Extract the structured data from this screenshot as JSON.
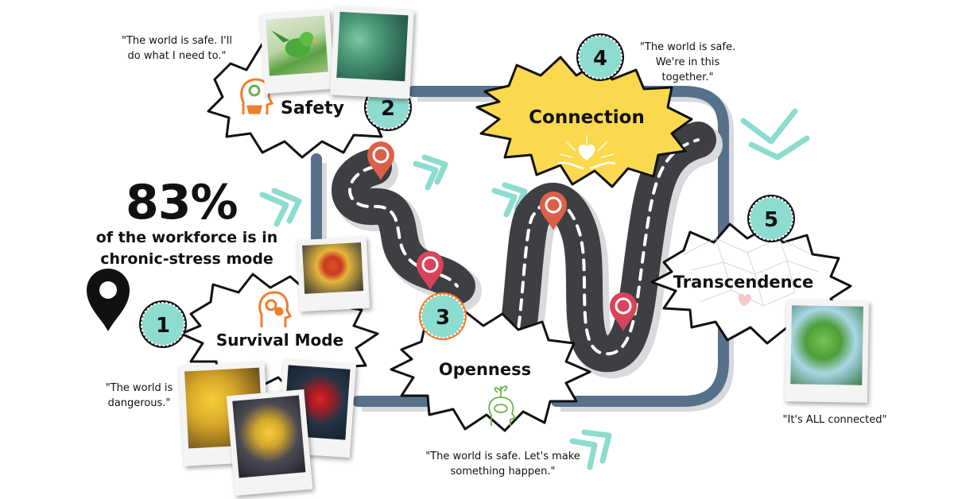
{
  "stat": {
    "value": "83%",
    "line1": "of the workforce is in",
    "line2": "chronic-stress mode"
  },
  "stages": [
    {
      "number": "1",
      "label": "Survival Mode",
      "icon": "head-with-gears-icon",
      "quote": [
        "\"The world is",
        "dangerous.\""
      ]
    },
    {
      "number": "2",
      "label": "Safety",
      "icon": "head-with-plant-icon",
      "quote": [
        "\"The world is safe. I'll",
        "do what I need to.\""
      ]
    },
    {
      "number": "3",
      "label": "Openness",
      "icon": "head-with-sprout-icon",
      "quote": [
        "\"The world is safe. Let's make",
        "something happen.\""
      ]
    },
    {
      "number": "4",
      "label": "Connection",
      "icon": "heart-in-hands-icon",
      "quote": [
        "\"The world is safe.",
        "We're in this",
        "together.\""
      ]
    },
    {
      "number": "5",
      "label": "Transcendence",
      "icon": "network-heart-icon",
      "quote": [
        "\"It's ALL connected\""
      ]
    }
  ],
  "colors": {
    "teal": "#8ddcd0",
    "road": "#3d3f42",
    "frame": "#56718c",
    "pin_red": "#de5f47",
    "pin_pink": "#d9435c",
    "connection_fill": "#fbd94f",
    "orange_icon": "#f07d2c",
    "green_icon": "#6fb14c"
  },
  "photos": [
    "green-parrot-photo",
    "green-chicks-group-photo",
    "red-bird-with-chicks-photo",
    "yellow-chicks-crowd-photo",
    "red-bird-in-rain-photo",
    "yellow-chick-dark-photo",
    "parrots-flying-forest-photo"
  ]
}
